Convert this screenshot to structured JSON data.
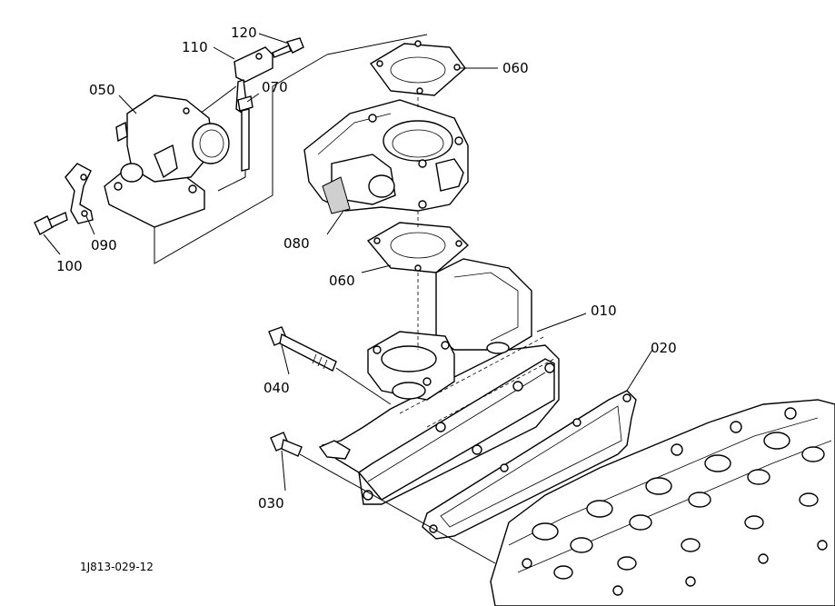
{
  "diagram": {
    "drawing_code": "1J813-029-12",
    "parts": [
      {
        "id": "p010",
        "label": "010"
      },
      {
        "id": "p020",
        "label": "020"
      },
      {
        "id": "p030",
        "label": "030"
      },
      {
        "id": "p040",
        "label": "040"
      },
      {
        "id": "p050",
        "label": "050"
      },
      {
        "id": "p060a",
        "label": "060"
      },
      {
        "id": "p060b",
        "label": "060"
      },
      {
        "id": "p070",
        "label": "070"
      },
      {
        "id": "p080",
        "label": "080"
      },
      {
        "id": "p090",
        "label": "090"
      },
      {
        "id": "p100",
        "label": "100"
      },
      {
        "id": "p110",
        "label": "110"
      },
      {
        "id": "p120",
        "label": "120"
      }
    ]
  }
}
